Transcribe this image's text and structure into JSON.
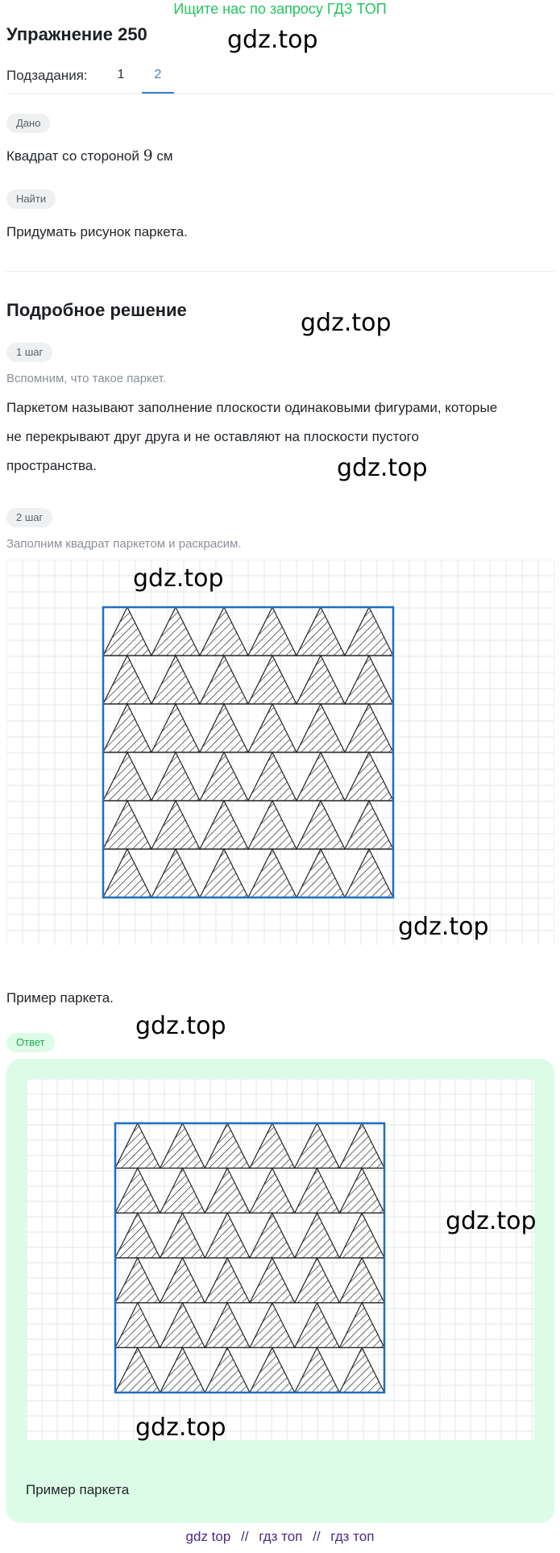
{
  "banner": "Ищите нас по запросу ГДЗ ТОП",
  "watermark": "gdz.top",
  "title": "Упражнение 250",
  "subtasks": {
    "label": "Подзадания:",
    "tabs": [
      "1",
      "2"
    ],
    "active": "2"
  },
  "given": {
    "chip": "Дано",
    "text_before": "Квадрат со стороной",
    "value": "9",
    "unit": "см"
  },
  "find": {
    "chip": "Найти",
    "text": "Придумать рисунок паркета."
  },
  "solution": {
    "title": "Подробное решение",
    "steps": [
      {
        "chip": "1 шаг",
        "hint": "Вспомним, что такое паркет.",
        "lines": [
          "Паркетом называют заполнение плоскости одинаковыми фигурами, которые",
          "не перекрывают друг друга и не оставляют на плоскости пустого",
          "пространства."
        ]
      },
      {
        "chip": "2 шаг",
        "hint": "Заполним квадрат паркетом и раскрасим.",
        "caption": "Пример паркета."
      }
    ]
  },
  "answer": {
    "chip": "Ответ",
    "caption": "Пример паркета"
  },
  "figure": {
    "rows": 6,
    "triangles_per_row": 6,
    "border_color": "#1f6fbf",
    "grid_color": "#e3e6ea"
  },
  "footer": {
    "links": [
      "gdz top",
      "гдз топ",
      "гдз топ"
    ],
    "separator": "//"
  }
}
